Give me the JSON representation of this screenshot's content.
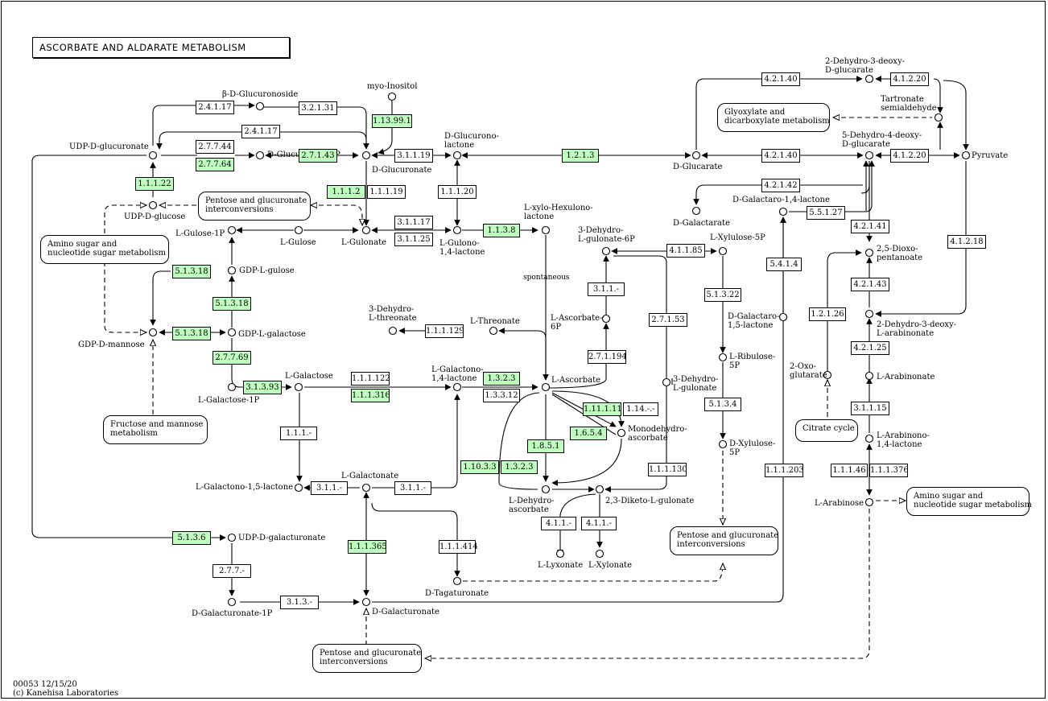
{
  "title": "ASCORBATE AND ALDARATE METABOLISM",
  "footer": {
    "map_id": "00053 12/15/20",
    "copyright": "(c) Kanehisa Laboratories"
  },
  "colors": {
    "highlight_enzyme": "#bfffbf",
    "line": "#000000"
  },
  "compounds": [
    "UDP-D-glucuronate",
    "β-D-Glucuronoside",
    "myo-Inositol",
    "D-Glucurono-\nlactone",
    "D-Glucuronate",
    "D-Glucuronate-1P",
    "UDP-D-glucose",
    "L-Gulose-1P",
    "L-Gulose",
    "L-Gulonate",
    "L-Gulono-\n1,4-lactone",
    "L-xylo-Hexulono-\nlactone",
    "GDP-L-gulose",
    "GDP-D-mannose",
    "GDP-L-galactose",
    "L-Galactose-1P",
    "L-Galactose",
    "3-Dehydro-\nL-threonate",
    "L-Threonate",
    "L-Galactono-\n1,4-lactone",
    "L-Ascorbate",
    "L-Galactono-1,5-lactone",
    "L-Galactonate",
    "UDP-D-galacturonate",
    "D-Galacturonate-1P",
    "D-Galacturonate",
    "D-Tagaturonate",
    "L-Dehydro-\nascorbate",
    "2,3-Diketo-L-gulonate",
    "L-Lyxonate",
    "L-Xylonate",
    "Monodehydro-\nascorbate",
    "3-Dehydro-\nL-gulonate-6P",
    "L-Ascorbate-\n6P",
    "3-Dehydro-\nL-gulonate",
    "L-Xylulose-5P",
    "L-Ribulose-\n5P",
    "D-Xylulose-\n5P",
    "D-Glucarate",
    "D-Galactarate",
    "D-Galactaro-1,4-lactone",
    "D-Galactaro-\n1,5-lactone",
    "2-Dehydro-3-deoxy-\nD-glucarate",
    "Tartronate\nsemialdehyde",
    "5-Dehydro-4-deoxy-\nD-glucarate",
    "Pyruvate",
    "2,5-Dioxo-\npentanoate",
    "2-Dehydro-3-deoxy-\nL-arabinonate",
    "L-Arabinonate",
    "L-Arabinono-\n1,4-lactone",
    "L-Arabinose",
    "2-Oxo-\nglutarate",
    "spontaneous"
  ],
  "enzymes": [
    "2.4.1.17",
    "3.2.1.31",
    "1.13.99.1",
    "2.4.1.17",
    "2.7.7.44",
    "2.7.7.64",
    "2.7.1.43",
    "3.1.1.19",
    "1.2.1.3",
    "1.1.1.22",
    "1.1.1.2",
    "1.1.1.19",
    "1.1.1.20",
    "3.1.1.17",
    "3.1.1.25",
    "1.1.3.8",
    "5.1.3.18",
    "5.1.3.18",
    "5.1.3.18",
    "2.7.7.69",
    "3.1.3.93",
    "1.1.1.122",
    "1.1.1.316",
    "1.3.2.3",
    "1.3.3.12",
    "1.1.1.129",
    "1.1.1.-",
    "3.1.1.-",
    "3.1.1.-",
    "1.11.1.11",
    "1.14.-.-",
    "1.6.5.4",
    "1.8.5.1",
    "1.10.3.3",
    "1.3.2.3",
    "1.1.1.130",
    "4.1.1.-",
    "4.1.1.-",
    "2.7.1.194",
    "3.1.1.-",
    "4.1.1.85",
    "2.7.1.53",
    "5.1.3.22",
    "5.1.3.4",
    "1.1.1.203",
    "5.4.1.4",
    "5.1.3.6",
    "2.7.7.-",
    "3.1.3.-",
    "1.1.1.365",
    "1.1.1.414",
    "4.2.1.40",
    "4.1.2.20",
    "4.2.1.40",
    "4.1.2.20",
    "4.2.1.42",
    "5.5.1.27",
    "4.2.1.41",
    "4.1.2.18",
    "4.2.1.43",
    "1.2.1.26",
    "4.2.1.25",
    "3.1.1.15",
    "1.1.1.46",
    "1.1.1.376"
  ],
  "maps": [
    "Pentose and glucuronate\ninterconversions",
    "Amino sugar and\nnucleotide sugar metabolism",
    "Fructose and mannose\nmetabolism",
    "Pentose and glucuronate\ninterconversions",
    "Pentose and glucuronate\ninterconversions",
    "Glyoxylate and\ndicarboxylate metabolism",
    "Citrate cycle",
    "Amino sugar and\nnucleotide sugar metabolism"
  ]
}
